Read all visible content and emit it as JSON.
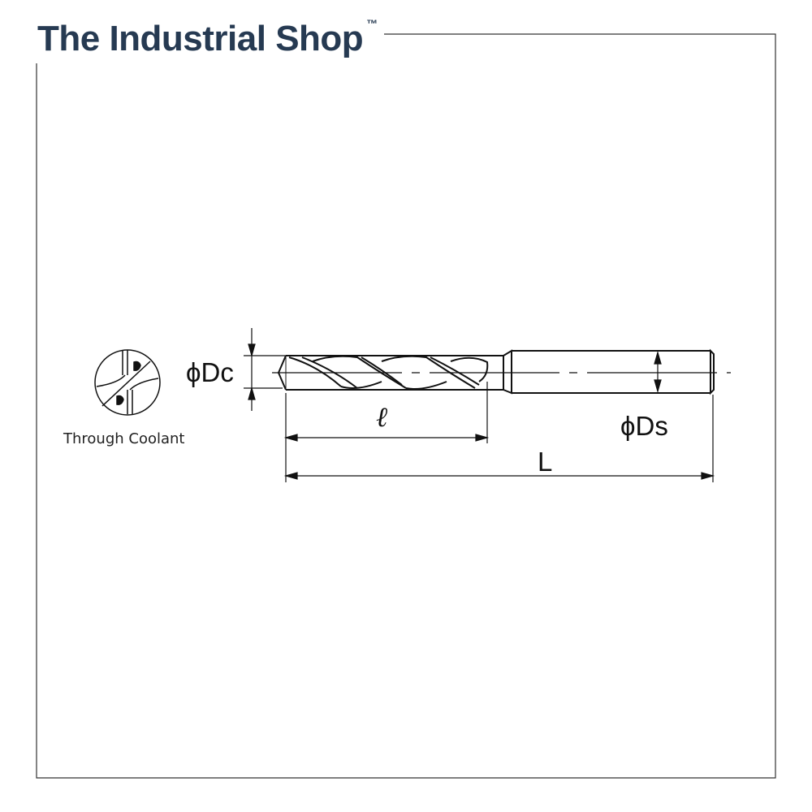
{
  "brand": {
    "name": "The Industrial Shop",
    "trademark": "™",
    "color": "#263a52"
  },
  "diagram": {
    "cross_section_caption": "Through Coolant",
    "labels": {
      "cutting_diameter": "ϕDc",
      "shank_diameter": "ϕDs",
      "flute_length": "ℓ",
      "overall_length": "L"
    }
  }
}
